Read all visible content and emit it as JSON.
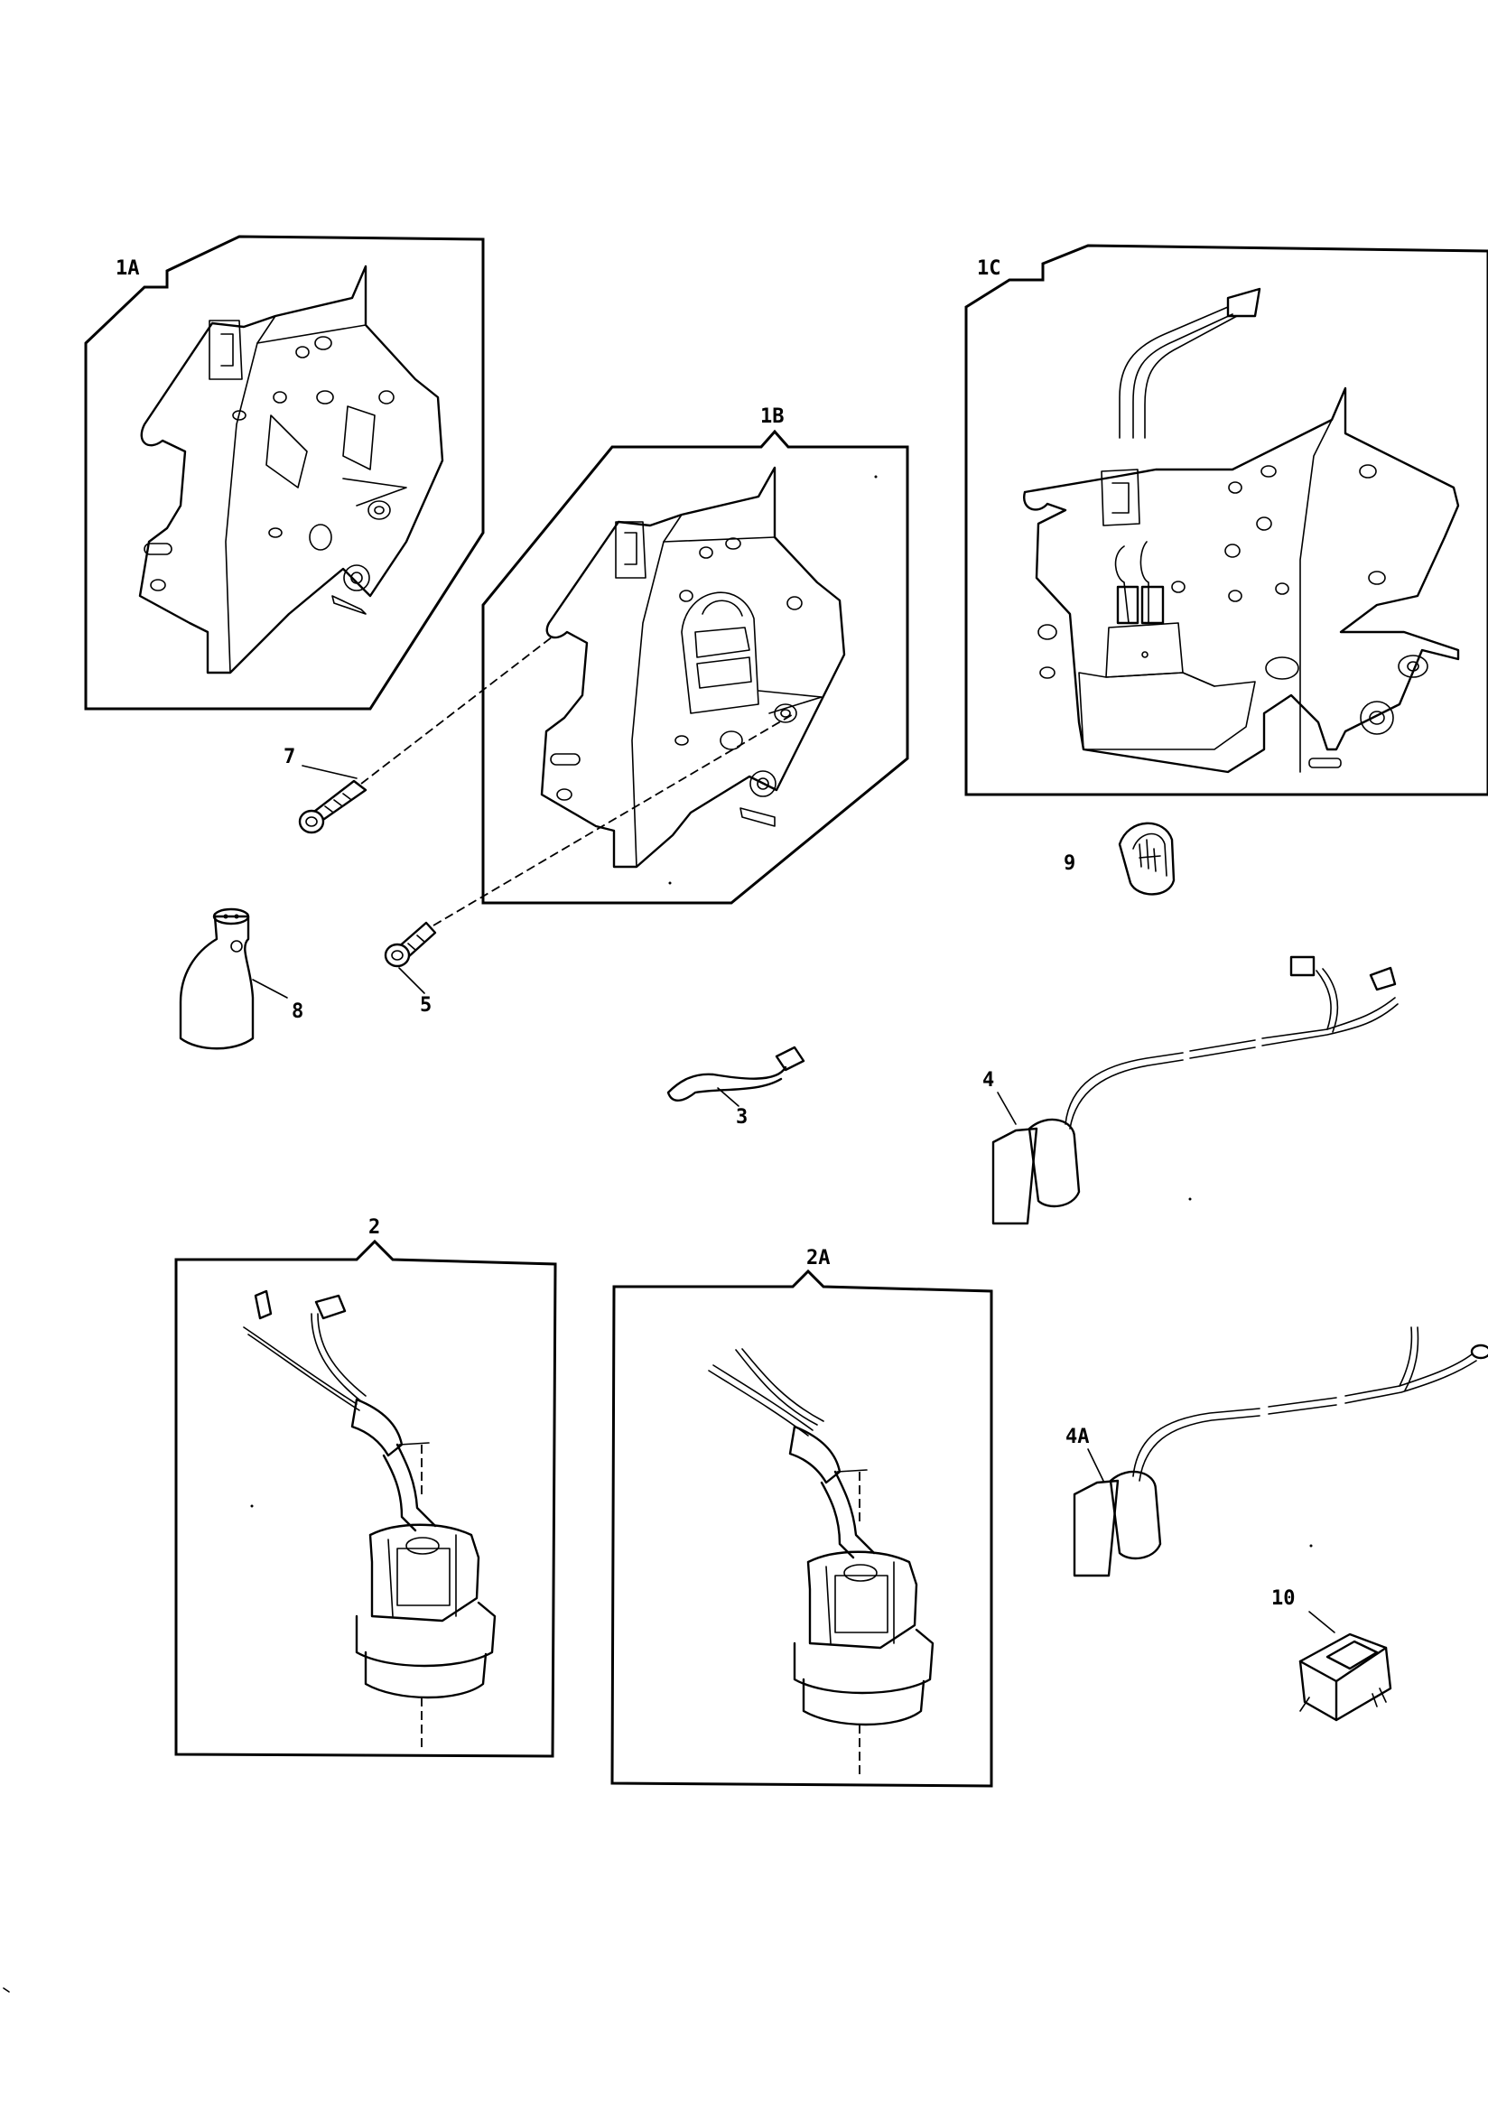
{
  "diagram": {
    "callouts": {
      "c1A": "1A",
      "c1B": "1B",
      "c1C": "1C",
      "c2": "2",
      "c2A": "2A",
      "c3": "3",
      "c4": "4",
      "c4A": "4A",
      "c5": "5",
      "c7": "7",
      "c8": "8",
      "c9": "9",
      "c10": "10"
    },
    "colors": {
      "line": "#000000",
      "background": "#ffffff"
    }
  }
}
